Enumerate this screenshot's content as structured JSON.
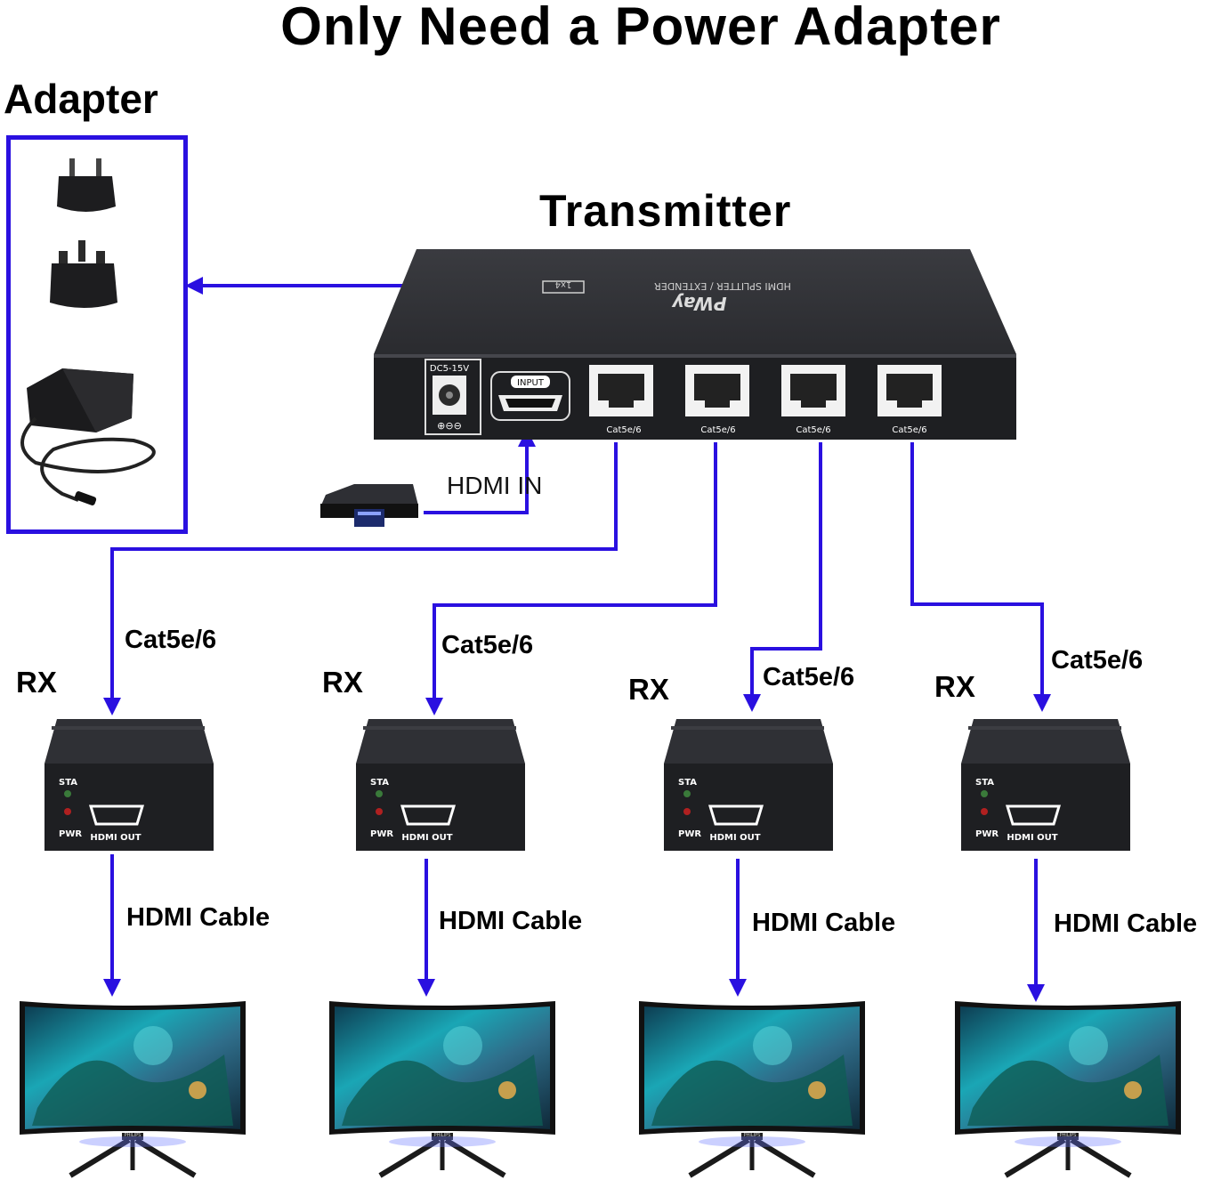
{
  "title": "Only Need a Power Adapter",
  "adapter_section": {
    "label": "Adapter"
  },
  "transmitter": {
    "label": "Transmitter",
    "brand": "PWay",
    "model_text": "HDMI SPLITTER / EXTENDER",
    "model_badge": "1x4",
    "power_port": "DC5-15V",
    "input_port": "INPUT",
    "rj45_ports": [
      "Cat5e/6",
      "Cat5e/6",
      "Cat5e/6",
      "Cat5e/6"
    ]
  },
  "source": {
    "hdmi_in_label": "HDMI IN"
  },
  "receivers": [
    {
      "rx_label": "RX",
      "cable_label": "Cat5e/6",
      "sta": "STA",
      "pwr": "PWR",
      "hdmi_out": "HDMI OUT",
      "hdmi_cable_label": "HDMI Cable"
    },
    {
      "rx_label": "RX",
      "cable_label": "Cat5e/6",
      "sta": "STA",
      "pwr": "PWR",
      "hdmi_out": "HDMI OUT",
      "hdmi_cable_label": "HDMI Cable"
    },
    {
      "rx_label": "RX",
      "cable_label": "Cat5e/6",
      "sta": "STA",
      "pwr": "PWR",
      "hdmi_out": "HDMI OUT",
      "hdmi_cable_label": "HDMI Cable"
    },
    {
      "rx_label": "RX",
      "cable_label": "Cat5e/6",
      "sta": "STA",
      "pwr": "PWR",
      "hdmi_out": "HDMI OUT",
      "hdmi_cable_label": "HDMI Cable"
    }
  ],
  "monitor_brand": "PHILIPS",
  "colors": {
    "wire": "#2a10e0",
    "device_body": "#1e1f22",
    "screen_teal": "#1aa6b5"
  }
}
